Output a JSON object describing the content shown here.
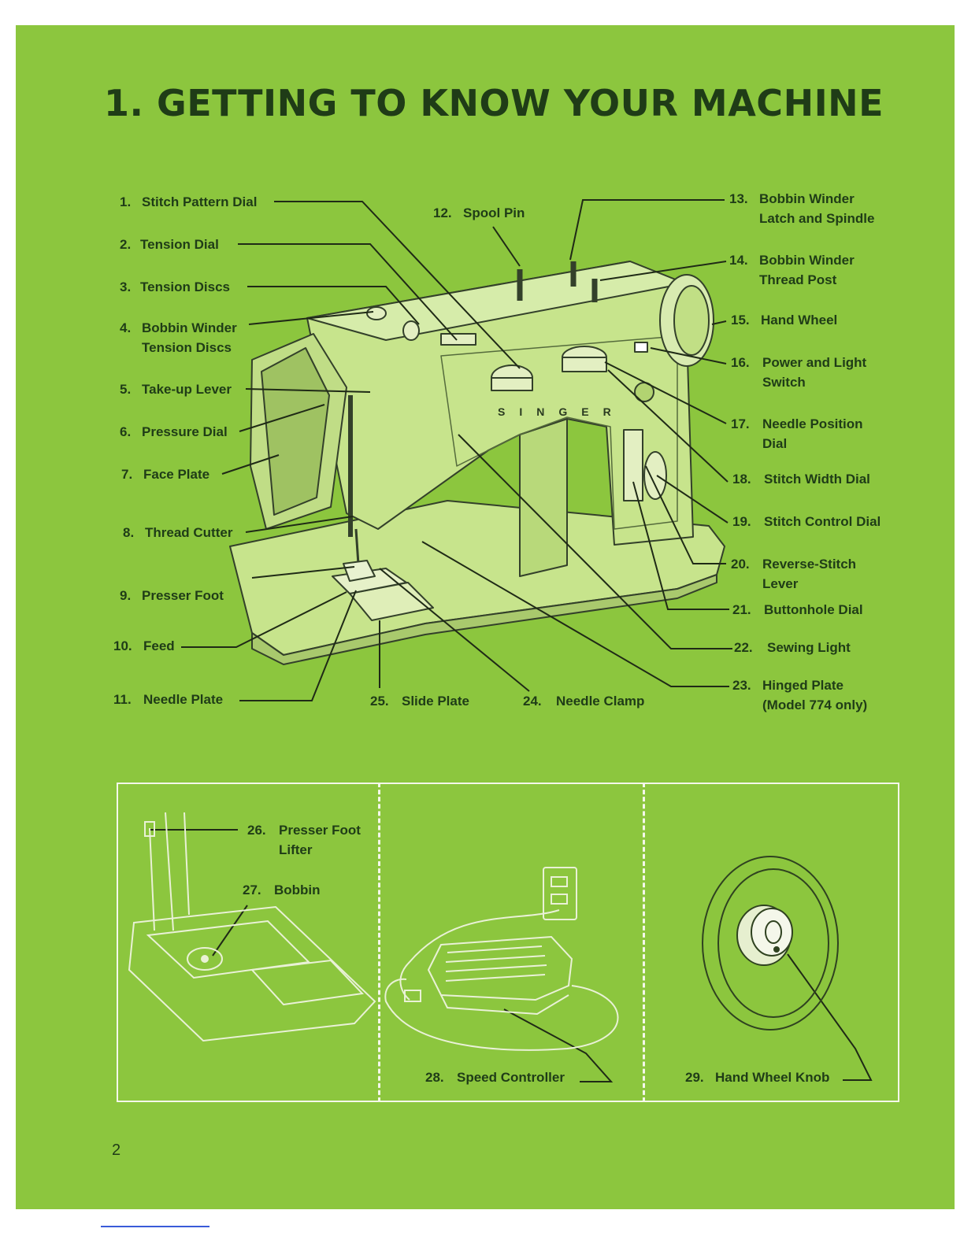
{
  "title": "1. GETTING TO KNOW YOUR MACHINE",
  "brand": "SINGER",
  "page_number": "2",
  "colors": {
    "page_bg": "#8cc63e",
    "machine_body": "#c7e48c",
    "ink": "#1f3c17",
    "frame": "#f4f7ea"
  },
  "labels": [
    {
      "num": "1.",
      "text": "Stitch Pattern Dial"
    },
    {
      "num": "2.",
      "text": "Tension Dial"
    },
    {
      "num": "3.",
      "text": "Tension Discs"
    },
    {
      "num": "4.",
      "text": "Bobbin Winder\nTension Discs"
    },
    {
      "num": "5.",
      "text": "Take-up Lever"
    },
    {
      "num": "6.",
      "text": "Pressure Dial"
    },
    {
      "num": "7.",
      "text": "Face Plate"
    },
    {
      "num": "8.",
      "text": "Thread Cutter"
    },
    {
      "num": "9.",
      "text": "Presser Foot"
    },
    {
      "num": "10.",
      "text": "Feed"
    },
    {
      "num": "11.",
      "text": "Needle Plate"
    },
    {
      "num": "12.",
      "text": "Spool Pin"
    },
    {
      "num": "13.",
      "text": "Bobbin Winder\nLatch and Spindle"
    },
    {
      "num": "14.",
      "text": "Bobbin Winder\nThread Post"
    },
    {
      "num": "15.",
      "text": "Hand Wheel"
    },
    {
      "num": "16.",
      "text": "Power and Light\nSwitch"
    },
    {
      "num": "17.",
      "text": "Needle Position\nDial"
    },
    {
      "num": "18.",
      "text": "Stitch Width Dial"
    },
    {
      "num": "19.",
      "text": "Stitch Control Dial"
    },
    {
      "num": "20.",
      "text": "Reverse-Stitch\nLever"
    },
    {
      "num": "21.",
      "text": "Buttonhole Dial"
    },
    {
      "num": "22.",
      "text": "Sewing Light"
    },
    {
      "num": "23.",
      "text": "Hinged Plate\n(Model 774 only)"
    },
    {
      "num": "24.",
      "text": "Needle Clamp"
    },
    {
      "num": "25.",
      "text": "Slide Plate"
    },
    {
      "num": "26.",
      "text": "Presser Foot\nLifter"
    },
    {
      "num": "27.",
      "text": "Bobbin"
    },
    {
      "num": "28.",
      "text": "Speed Controller"
    },
    {
      "num": "29.",
      "text": "Hand Wheel Knob"
    }
  ]
}
